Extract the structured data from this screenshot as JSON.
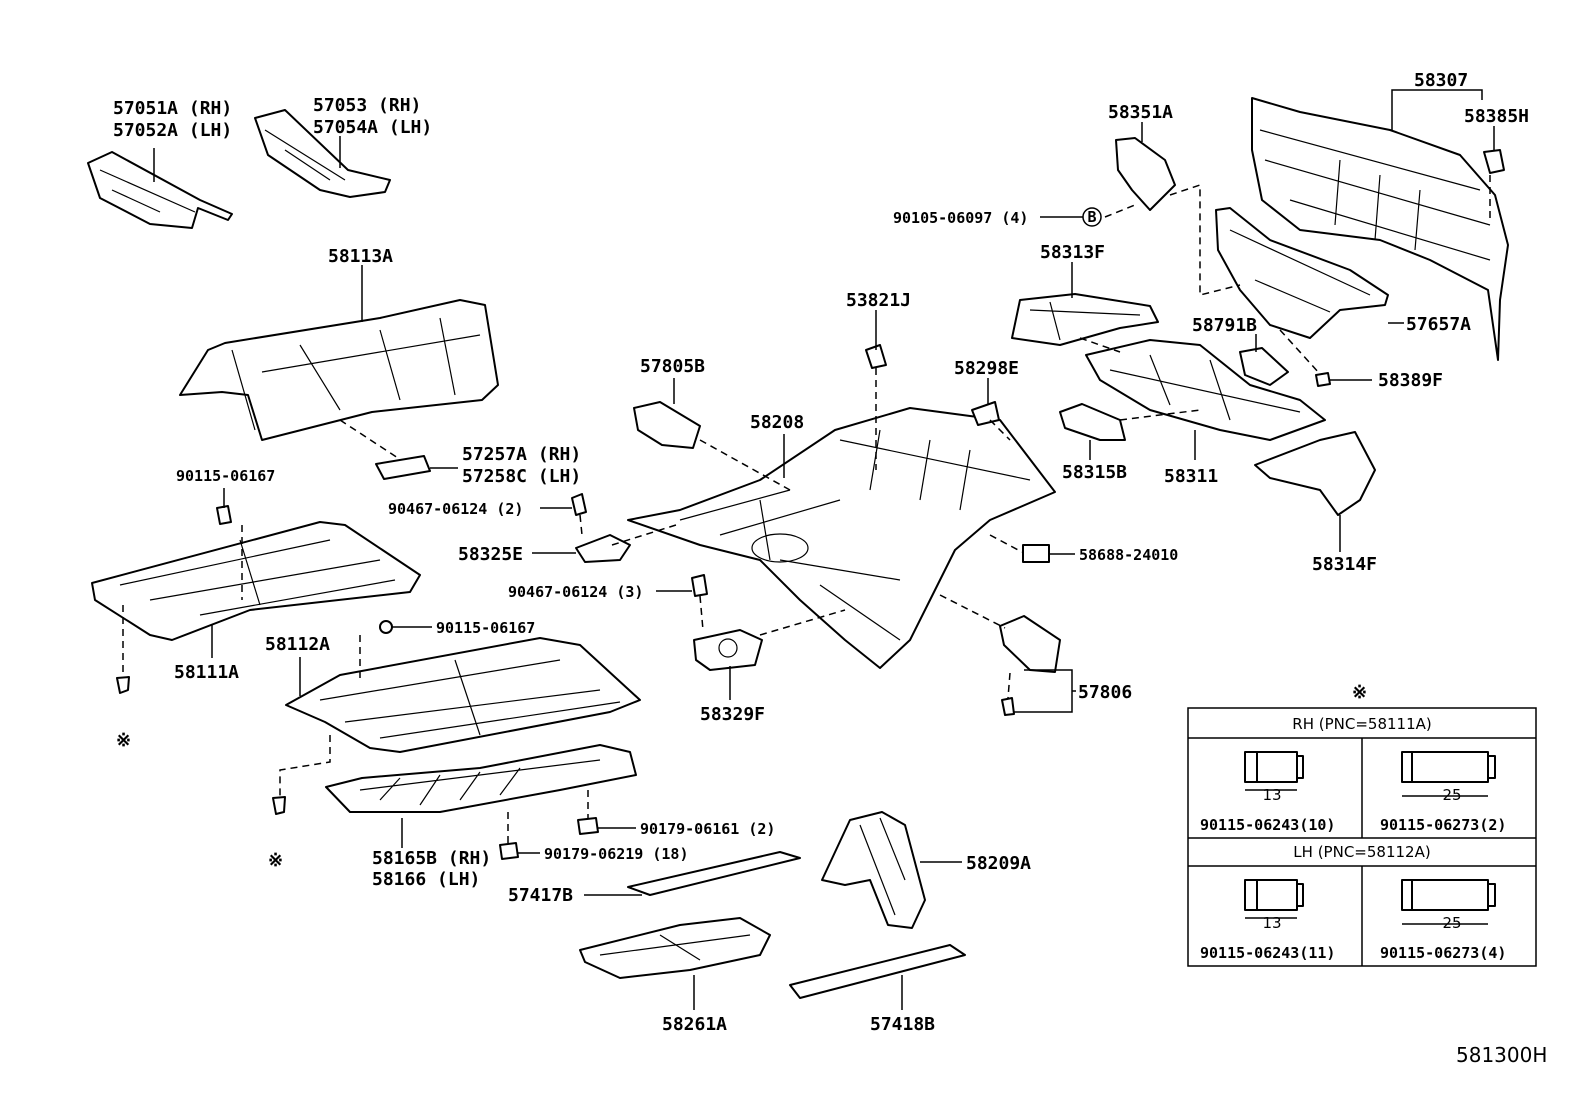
{
  "diagram_code": "581300H",
  "note_mark": "※",
  "labels": {
    "p57051": "57051A (RH)",
    "p57052": "57052A (LH)",
    "p57053": "57053 (RH)",
    "p57054": "57054A (LH)",
    "p58113": "58113A",
    "p57257": "57257A (RH)",
    "p57258": "57258C (LH)",
    "p90115a": "90115-06167",
    "p58111": "58111A",
    "p58112": "58112A",
    "p90115b": "90115-06167",
    "p58165": "58165B (RH)",
    "p58166": "58166 (LH)",
    "p90179a": "90179-06161 (2)",
    "p90179b": "90179-06219 (18)",
    "p57417": "57417B",
    "p58261": "58261A",
    "p57418": "57418B",
    "p58209": "58209A",
    "p90467a": "90467-06124 (2)",
    "p58325": "58325E",
    "p90467b": "90467-06124 (3)",
    "p58329": "58329F",
    "p57805": "57805B",
    "p58208": "58208",
    "p53821": "53821J",
    "p58298": "58298E",
    "p58688": "58688-24010",
    "p57806": "57806",
    "p58313": "58313F",
    "p58351": "58351A",
    "p90105": "90105-06097 (4)",
    "bmark": "B",
    "p58307": "58307",
    "p58385": "58385H",
    "p57657": "57657A",
    "p58791": "58791B",
    "p58389": "58389F",
    "p58315": "58315B",
    "p58311": "58311",
    "p58314": "58314F"
  },
  "legend_table": {
    "mark": "※",
    "rh_header": "RH  (PNC=58111A)",
    "lh_header": "LH  (PNC=58112A)",
    "rh_short_dim": "13",
    "rh_short_part": "90115-06243(10)",
    "rh_long_dim": "25",
    "rh_long_part": "90115-06273(2)",
    "lh_short_dim": "13",
    "lh_short_part": "90115-06243(11)",
    "lh_long_dim": "25",
    "lh_long_part": "90115-06273(4)"
  }
}
